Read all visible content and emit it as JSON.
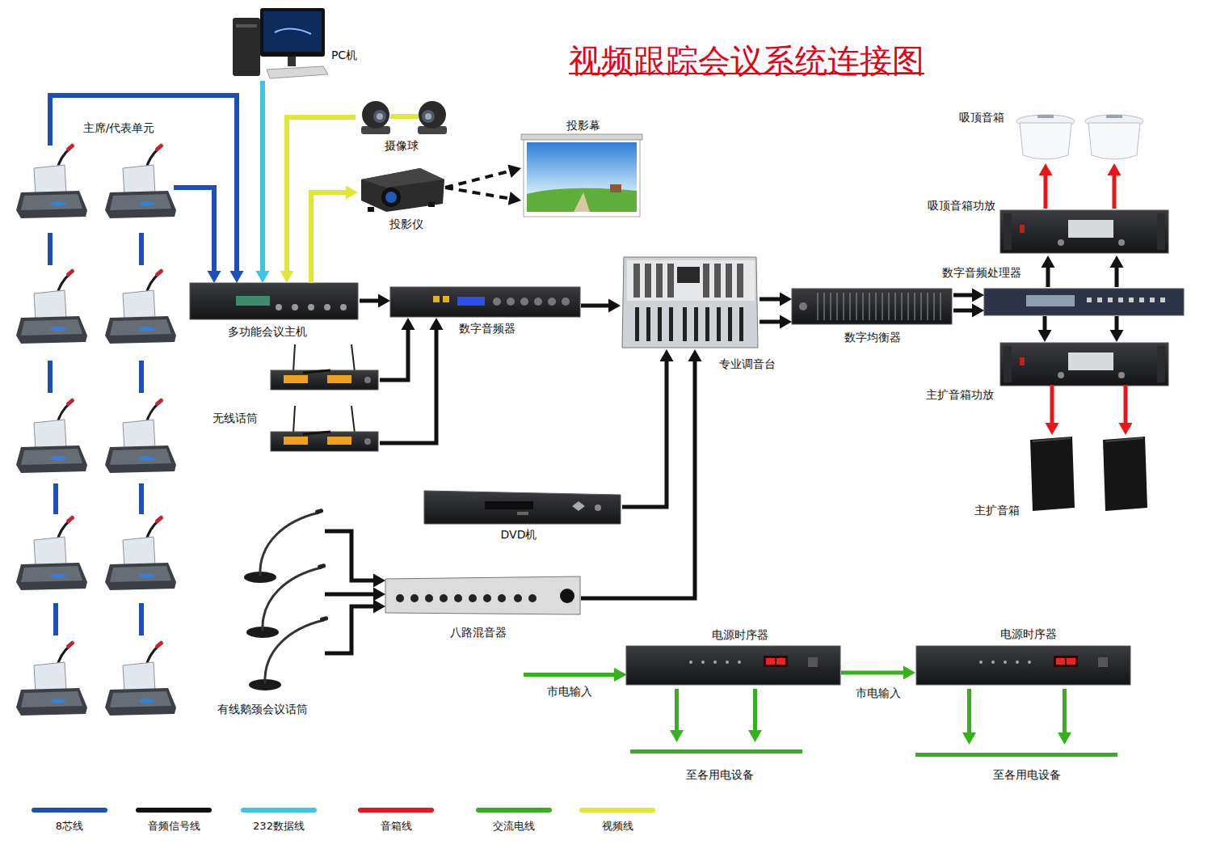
{
  "diagram": {
    "title": "视频跟踪会议系统连接图",
    "nodes": [
      {
        "text": [
          "PC机"
        ]
      },
      {
        "text": [
          "主席/代表单元"
        ]
      },
      {
        "text": [
          "摄像球"
        ]
      },
      {
        "text": [
          "投影仪"
        ]
      },
      {
        "text": [
          "投影幕"
        ]
      },
      {
        "text": [
          "多功能会议主机"
        ]
      },
      {
        "text": [
          "数字音频器"
        ]
      },
      {
        "text": [
          "无线话筒"
        ]
      },
      {
        "text": [
          "专业调音台"
        ]
      },
      {
        "text": [
          "数字均衡器"
        ]
      },
      {
        "text": [
          "吸顶音箱"
        ]
      },
      {
        "text": [
          "吸顶音箱功放"
        ]
      },
      {
        "text": [
          "数字音频处理器"
        ]
      },
      {
        "text": [
          "主扩音箱功放"
        ]
      },
      {
        "text": [
          "主扩音箱"
        ]
      },
      {
        "text": [
          "DVD机"
        ]
      },
      {
        "text": [
          "八路混音器"
        ]
      },
      {
        "text": [
          "有线鹅颈会议话筒"
        ]
      },
      {
        "text": [
          "电源时序器"
        ]
      },
      {
        "text": [
          "电源时序器"
        ]
      }
    ],
    "edges": [
      {
        "from": 0,
        "to": 5,
        "arrow": "to"
      },
      {
        "from": 1,
        "to": 5,
        "arrow": "to"
      },
      {
        "from": 1,
        "to": 5,
        "arrow": "to"
      },
      {
        "from": 2,
        "to": 5,
        "arrow": "to"
      },
      {
        "from": 5,
        "to": 3,
        "arrow": "to"
      },
      {
        "from": 3,
        "to": 4,
        "arrow": "to"
      },
      {
        "from": 3,
        "to": 4,
        "arrow": "to"
      },
      {
        "from": 5,
        "to": 6,
        "arrow": "to"
      },
      {
        "from": 7,
        "to": 6,
        "arrow": "to"
      },
      {
        "from": 7,
        "to": 6,
        "arrow": "to"
      },
      {
        "from": 6,
        "to": 8,
        "arrow": "to"
      },
      {
        "from": 15,
        "to": 8,
        "arrow": "to"
      },
      {
        "from": 16,
        "to": 8,
        "arrow": "to"
      },
      {
        "from": 17,
        "to": 16,
        "arrow": "to"
      },
      {
        "from": 17,
        "to": 16,
        "arrow": "to"
      },
      {
        "from": 17,
        "to": 16,
        "arrow": "to"
      },
      {
        "from": 8,
        "to": 9,
        "arrow": "to"
      },
      {
        "from": 8,
        "to": 9,
        "arrow": "to"
      },
      {
        "from": 9,
        "to": 12,
        "arrow": "to"
      },
      {
        "from": 9,
        "to": 12,
        "arrow": "to"
      },
      {
        "from": 12,
        "to": 11,
        "arrow": "to"
      },
      {
        "from": 12,
        "to": 11,
        "arrow": "to"
      },
      {
        "from": 12,
        "to": 13,
        "arrow": "to"
      },
      {
        "from": 12,
        "to": 13,
        "arrow": "to"
      },
      {
        "from": 11,
        "to": 10,
        "arrow": "to"
      },
      {
        "from": 11,
        "to": 10,
        "arrow": "to"
      },
      {
        "from": 13,
        "to": 14,
        "arrow": "to"
      },
      {
        "from": 13,
        "to": 14,
        "arrow": "to"
      },
      {
        "from": 18,
        "to": 19,
        "label": "市电输入",
        "arrow": "to"
      }
    ],
    "labels": [
      "市电输入",
      "至各用电设备",
      "至各用电设备"
    ],
    "legend": [
      {
        "text": "8芯线",
        "color": "#1c4fb8"
      },
      {
        "text": "音频信号线",
        "color": "#111111"
      },
      {
        "text": "232数据线",
        "color": "#3dc6e3"
      },
      {
        "text": "音箱线",
        "color": "#e8151b"
      },
      {
        "text": "交流电线",
        "color": "#37b020"
      },
      {
        "text": "视频线",
        "color": "#dfe83a"
      }
    ]
  }
}
